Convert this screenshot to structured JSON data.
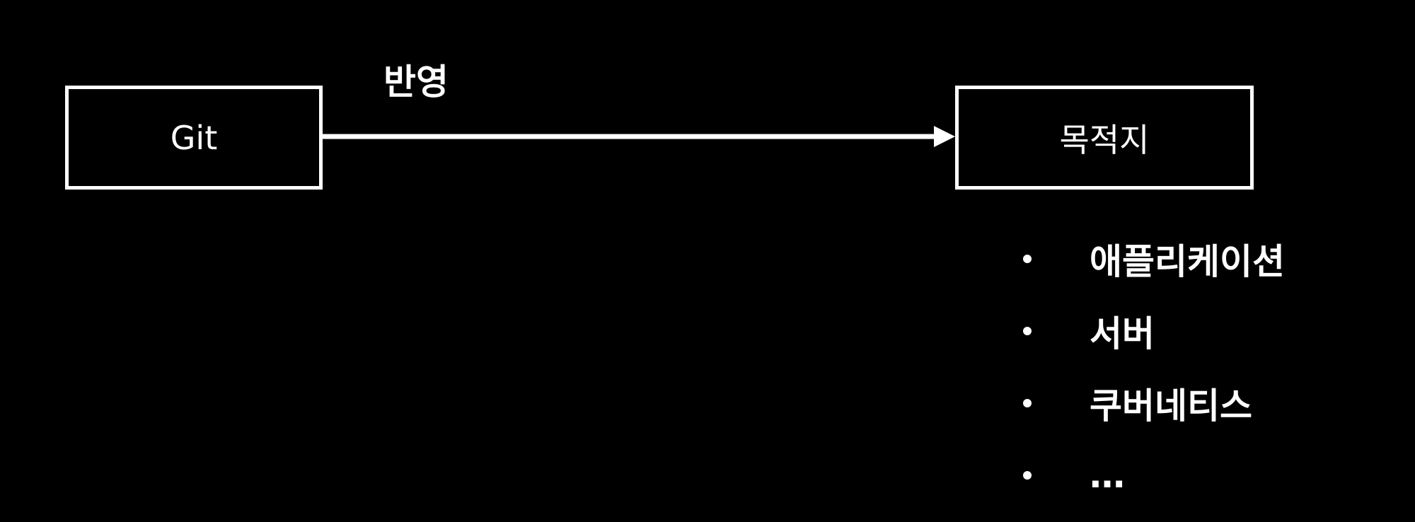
{
  "diagram": {
    "source_node": {
      "label": "Git"
    },
    "edge": {
      "label": "반영"
    },
    "target_node": {
      "label": "목적지"
    },
    "target_examples": [
      {
        "label": "애플리케이션"
      },
      {
        "label": "서버"
      },
      {
        "label": "쿠버네티스"
      },
      {
        "label": "…"
      }
    ]
  },
  "colors": {
    "background": "#000000",
    "foreground": "#ffffff"
  }
}
